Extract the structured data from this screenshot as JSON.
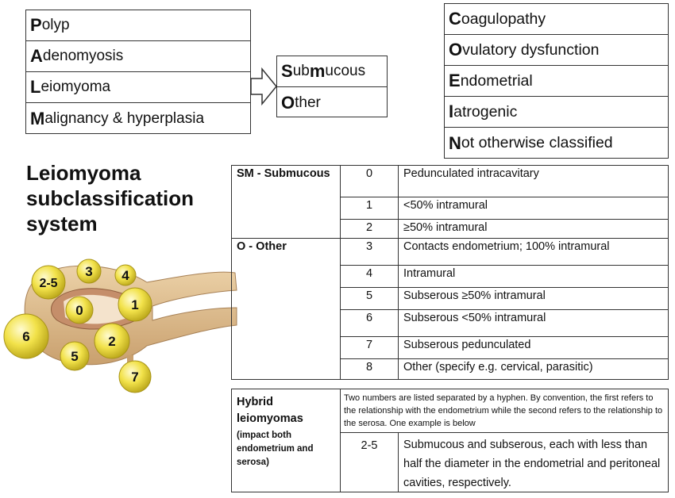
{
  "palm": [
    {
      "initial": "P",
      "rest": "olyp"
    },
    {
      "initial": "A",
      "rest": "denomyosis"
    },
    {
      "initial": "L",
      "rest": "eiomyoma"
    },
    {
      "initial": "M",
      "rest": "alignancy & hyperplasia"
    }
  ],
  "coein": [
    {
      "initial": "C",
      "rest": "oagulopathy"
    },
    {
      "initial": "O",
      "rest": "vulatory dysfunction"
    },
    {
      "initial": "E",
      "rest": "ndometrial"
    },
    {
      "initial": "I",
      "rest": "atrogenic"
    },
    {
      "initial": "N",
      "rest": "ot otherwise classified"
    }
  ],
  "sub": {
    "submucous": {
      "a": "S",
      "b": "ub",
      "c": "m",
      "d": "ucous"
    },
    "other": {
      "initial": "O",
      "rest": "ther"
    }
  },
  "title": [
    "Leiomyoma",
    "subclassification",
    "system"
  ],
  "table": {
    "sm_label": "SM - Submucous",
    "o_label": "O - Other",
    "rows": [
      {
        "n": "0",
        "t": "Pedunculated intracavitary"
      },
      {
        "n": "1",
        "t": "<50% intramural"
      },
      {
        "n": "2",
        "t": "≥50% intramural"
      },
      {
        "n": "3",
        "t": "Contacts endometrium; 100% intramural"
      },
      {
        "n": "4",
        "t": "Intramural"
      },
      {
        "n": "5",
        "t": "Subserous ≥50% intramural"
      },
      {
        "n": "6",
        "t": "Subserous <50% intramural"
      },
      {
        "n": "7",
        "t": "Subserous pedunculated"
      },
      {
        "n": "8",
        "t": "Other (specify e.g. cervical, parasitic)"
      }
    ]
  },
  "hybrid": {
    "label1": "Hybrid",
    "label2": "leiomyomas",
    "label3": "(impact both endometrium and serosa)",
    "note": "Two numbers are listed separated by a hyphen. By convention, the first refers to the relationship with the endometrium while the second refers to the relationship to the serosa. One example is below",
    "num": "2-5",
    "desc": "Submucous and subserous, each with less than half the diameter in the endometrial and peritoneal cavities, respectively."
  },
  "fibroids": [
    "2-5",
    "3",
    "4",
    "0",
    "1",
    "6",
    "2",
    "5",
    "7"
  ],
  "colors": {
    "fibroid": "#f2e24a",
    "uterus": "#d9b98c",
    "cavity": "#c58e6a"
  }
}
